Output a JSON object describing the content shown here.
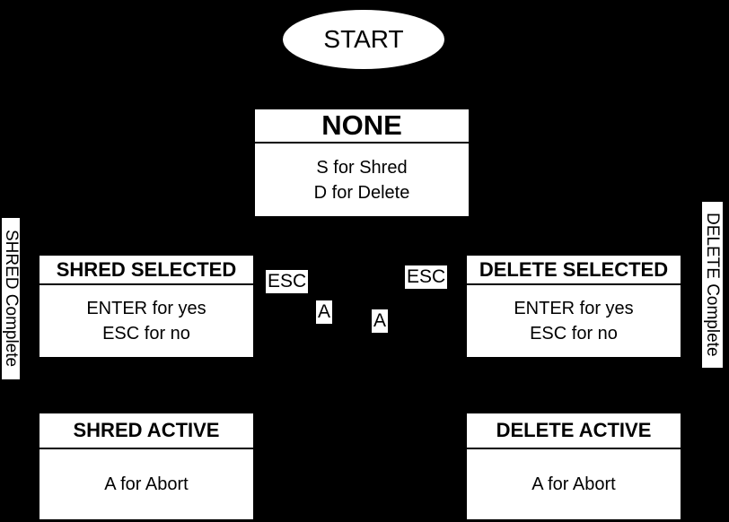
{
  "colors": {
    "background": "#000000",
    "node_fill": "#ffffff",
    "node_text": "#000000",
    "divider": "#000000"
  },
  "start_node": {
    "label": "START"
  },
  "states": {
    "none": {
      "title": "NONE",
      "body_lines": [
        "S for Shred",
        "D for Delete"
      ]
    },
    "shred_selected": {
      "title": "SHRED SELECTED",
      "body_lines": [
        "ENTER for yes",
        "ESC for no"
      ]
    },
    "delete_selected": {
      "title": "DELETE SELECTED",
      "body_lines": [
        "ENTER for yes",
        "ESC for no"
      ]
    },
    "shred_active": {
      "title": "SHRED ACTIVE",
      "body_lines": [
        "A for Abort"
      ]
    },
    "delete_active": {
      "title": "DELETE ACTIVE",
      "body_lines": [
        "A for Abort"
      ]
    }
  },
  "edge_labels": {
    "esc_left": "ESC",
    "esc_right": "ESC",
    "abort_left": "A",
    "abort_right": "A",
    "shred_complete": "SHRED Complete",
    "delete_complete": "DELETE Complete"
  }
}
